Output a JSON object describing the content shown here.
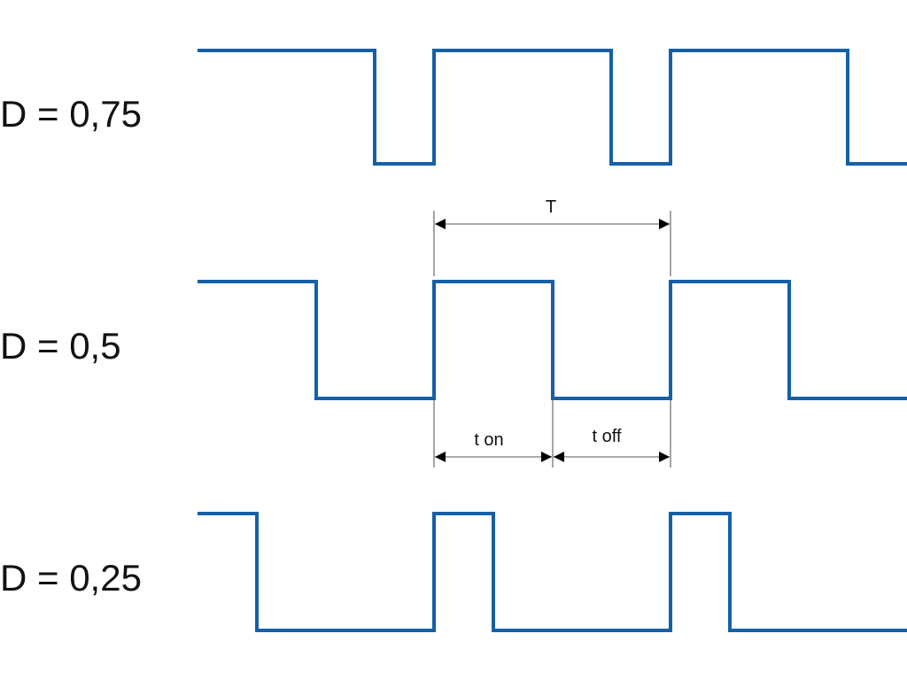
{
  "waveforms": [
    {
      "label": "D = 0,75",
      "duty": 0.75
    },
    {
      "label": "D = 0,5",
      "duty": 0.5
    },
    {
      "label": "D = 0,25",
      "duty": 0.25
    }
  ],
  "annotations": {
    "period": "T",
    "t_on": "t on",
    "t_off": "t off"
  },
  "colors": {
    "signal": "#1560a8",
    "dimension": "#777777"
  }
}
